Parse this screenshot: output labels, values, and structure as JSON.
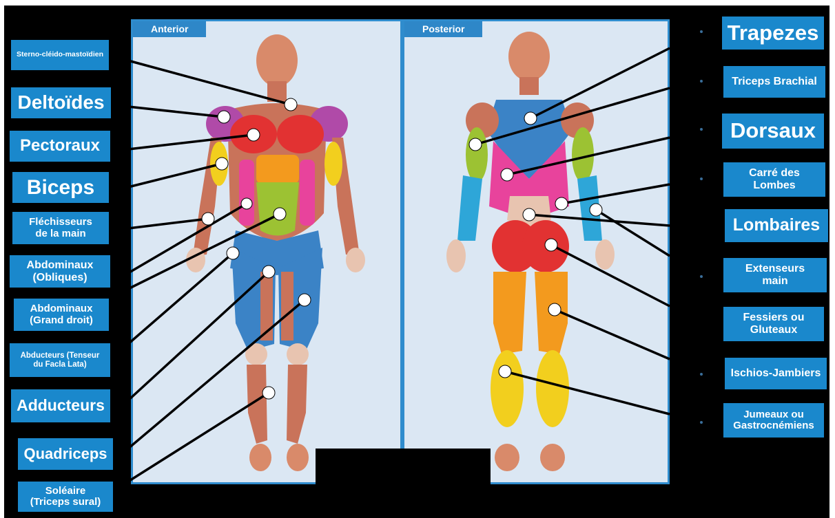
{
  "panels": {
    "anterior": "Anterior",
    "posterior": "Posterior"
  },
  "labels_left": [
    "Sterno-cléido-mastoïdien",
    "Deltoïdes",
    "Pectoraux",
    "Biceps",
    "Fléchisseurs\nde la main",
    "Abdominaux\n(Obliques)",
    "Abdominaux\n(Grand droit)",
    "Abducteurs (Tenseur\ndu Facla Lata)",
    "Adducteurs",
    "Quadriceps",
    "Soléaire\n(Triceps sural)"
  ],
  "labels_right": [
    "Trapezes",
    "Triceps Brachial",
    "Dorsaux",
    "Carré des\nLombes",
    "Lombaires",
    "Extenseurs\nmain",
    "Fessiers ou\nGluteaux",
    "Ischios-Jambiers",
    "Jumeaux ou\nGastrocnémiens"
  ],
  "colors": {
    "label_bg": "#1a88cc",
    "panel_bg": "#dbe7f3",
    "panel_border": "#2f8ccd",
    "skin": "#c9735a",
    "red": "#e23232",
    "purple": "#b04aa8",
    "yellow": "#f2cf1e",
    "pink": "#e8439c",
    "orange": "#f39a1e",
    "green": "#9cc233",
    "blue": "#3b83c6",
    "lightgreen": "#b9d43c",
    "cyan": "#2ea6d8"
  }
}
